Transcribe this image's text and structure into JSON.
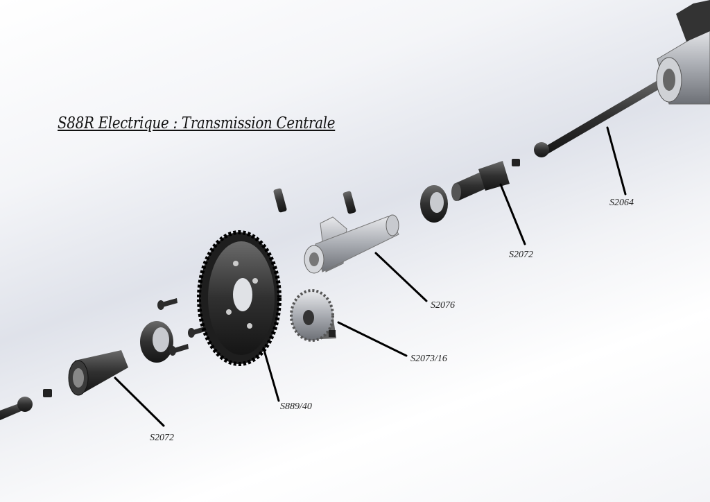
{
  "title": "S88R Electrique : Transmission Centrale",
  "labels": {
    "dogbone": "S2064",
    "cup_right": "S2072",
    "housing": "S2076",
    "pinion": "S2073/16",
    "spur_gear": "S889/40",
    "cup_left": "S2072"
  },
  "colors": {
    "part_dark": "#2a2a2a",
    "part_metal": "#b9bcc2",
    "leader": "#000000"
  }
}
